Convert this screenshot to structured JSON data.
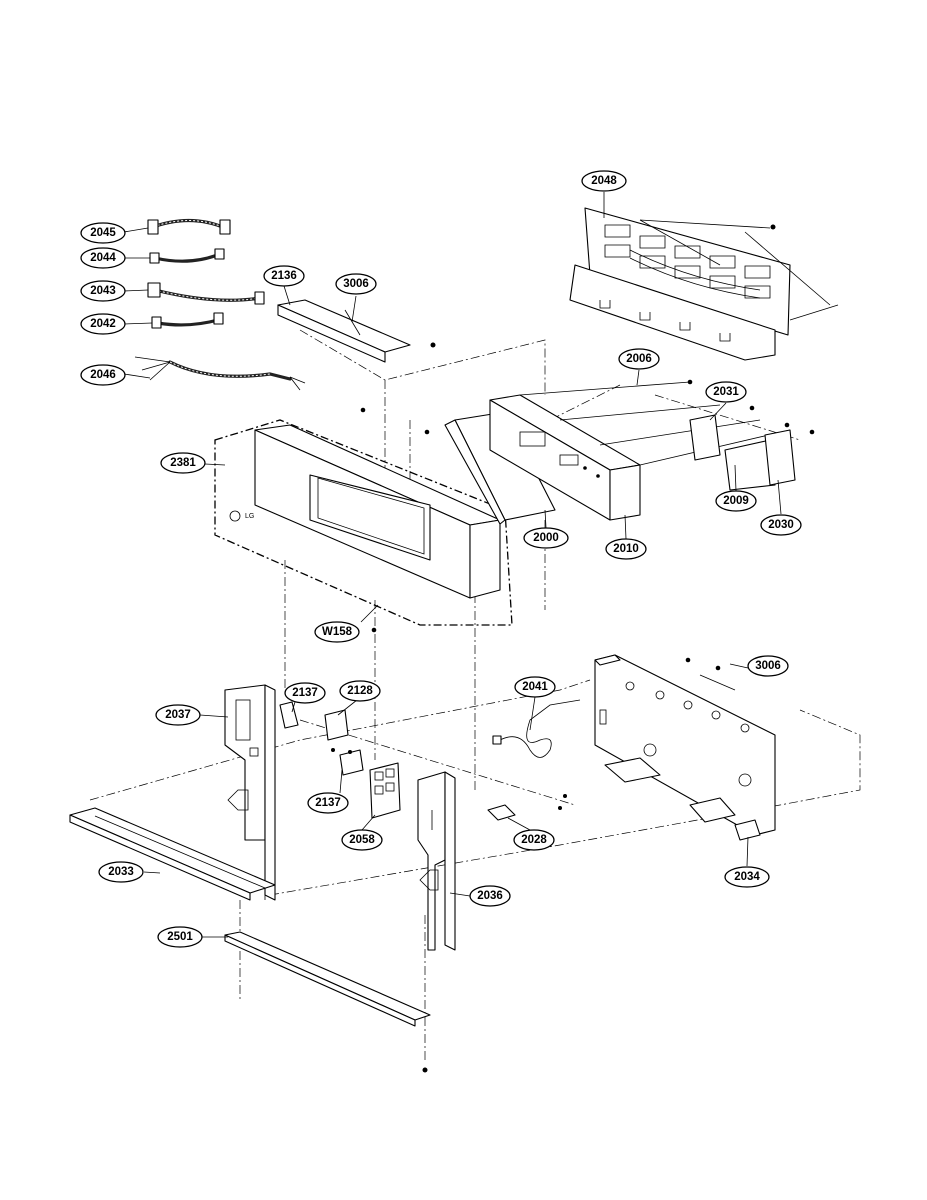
{
  "diagram": {
    "part_labels": [
      {
        "id": "p2048",
        "label": "2048"
      },
      {
        "id": "p2045",
        "label": "2045"
      },
      {
        "id": "p2044",
        "label": "2044"
      },
      {
        "id": "p2043",
        "label": "2043"
      },
      {
        "id": "p2042",
        "label": "2042"
      },
      {
        "id": "p2046",
        "label": "2046"
      },
      {
        "id": "p2136",
        "label": "2136"
      },
      {
        "id": "p3006a",
        "label": "3006"
      },
      {
        "id": "p2006",
        "label": "2006"
      },
      {
        "id": "p2031",
        "label": "2031"
      },
      {
        "id": "p2381",
        "label": "2381"
      },
      {
        "id": "p2009",
        "label": "2009"
      },
      {
        "id": "p2030",
        "label": "2030"
      },
      {
        "id": "p2000",
        "label": "2000"
      },
      {
        "id": "p2010",
        "label": "2010"
      },
      {
        "id": "pW158",
        "label": "W158"
      },
      {
        "id": "p3006b",
        "label": "3006"
      },
      {
        "id": "p2037",
        "label": "2037"
      },
      {
        "id": "p2137a",
        "label": "2137"
      },
      {
        "id": "p2128",
        "label": "2128"
      },
      {
        "id": "p2041",
        "label": "2041"
      },
      {
        "id": "p2137b",
        "label": "2137"
      },
      {
        "id": "p2058",
        "label": "2058"
      },
      {
        "id": "p2028",
        "label": "2028"
      },
      {
        "id": "p2034",
        "label": "2034"
      },
      {
        "id": "p2033",
        "label": "2033"
      },
      {
        "id": "p2036",
        "label": "2036"
      },
      {
        "id": "p2501",
        "label": "2501"
      }
    ],
    "logo_text": "LG"
  }
}
